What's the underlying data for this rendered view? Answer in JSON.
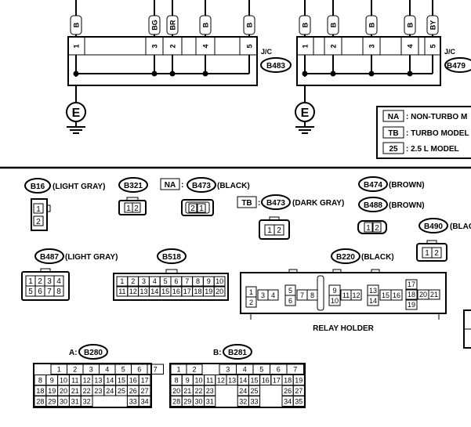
{
  "left_circuit": {
    "wires": [
      {
        "color": "B",
        "pin": "1"
      },
      {
        "color": "BG",
        "pin": "3"
      },
      {
        "color": "BR",
        "pin": "2"
      },
      {
        "color": "B",
        "pin": "4"
      },
      {
        "color": "B",
        "pin": "5"
      }
    ],
    "jc_label": "J/C",
    "connector_id": "B483",
    "ground_label": "E"
  },
  "right_circuit": {
    "wires": [
      {
        "color": "B",
        "pin": "1"
      },
      {
        "color": "B",
        "pin": "2"
      },
      {
        "color": "B",
        "pin": "3"
      },
      {
        "color": "B",
        "pin": "4"
      },
      {
        "color": "BY",
        "pin": "5"
      }
    ],
    "jc_label": "J/C",
    "connector_id": "B479",
    "ground_label": "E"
  },
  "legend": [
    {
      "code": "NA",
      "text": ": NON-TURBO M"
    },
    {
      "code": "TB",
      "text": ": TURBO MODEL"
    },
    {
      "code": "25",
      "text": ": 2.5 L MODEL"
    }
  ],
  "connectors": {
    "b16": {
      "id": "B16",
      "color": "(LIGHT GRAY)",
      "pins": [
        "1",
        "2"
      ]
    },
    "b321": {
      "id": "B321",
      "pins": [
        "1",
        "2"
      ]
    },
    "b473_na": {
      "prefix": "NA",
      "sep": ":",
      "id": "B473",
      "color": "(BLACK)",
      "pins": [
        "2",
        "1"
      ]
    },
    "b473_tb": {
      "prefix": "TB",
      "sep": ":",
      "id": "B473",
      "color": "(DARK GRAY)",
      "pins": [
        "1",
        "2"
      ]
    },
    "b474": {
      "id": "B474",
      "color": "(BROWN)"
    },
    "b488": {
      "id": "B488",
      "color": "(BROWN)",
      "pins": [
        "1",
        "2"
      ]
    },
    "b490": {
      "id": "B490",
      "color": "(BLACK)",
      "pins": [
        "1",
        "2"
      ]
    },
    "b487": {
      "id": "B487",
      "color": "(LIGHT GRAY)",
      "row1": [
        "1",
        "2",
        "3",
        "4"
      ],
      "row2": [
        "5",
        "6",
        "7",
        "8"
      ]
    },
    "b518": {
      "id": "B518",
      "row1": [
        "1",
        "2",
        "3",
        "4",
        "5",
        "6",
        "7",
        "8",
        "9",
        "10"
      ],
      "row2": [
        "11",
        "12",
        "13",
        "14",
        "15",
        "16",
        "17",
        "18",
        "19",
        "20"
      ]
    },
    "b220": {
      "id": "B220",
      "color": "(BLACK)",
      "relay_label": "RELAY HOLDER"
    },
    "b280": {
      "prefix": "A:",
      "id": "B280"
    },
    "b281": {
      "prefix": "B:",
      "id": "B281"
    }
  }
}
